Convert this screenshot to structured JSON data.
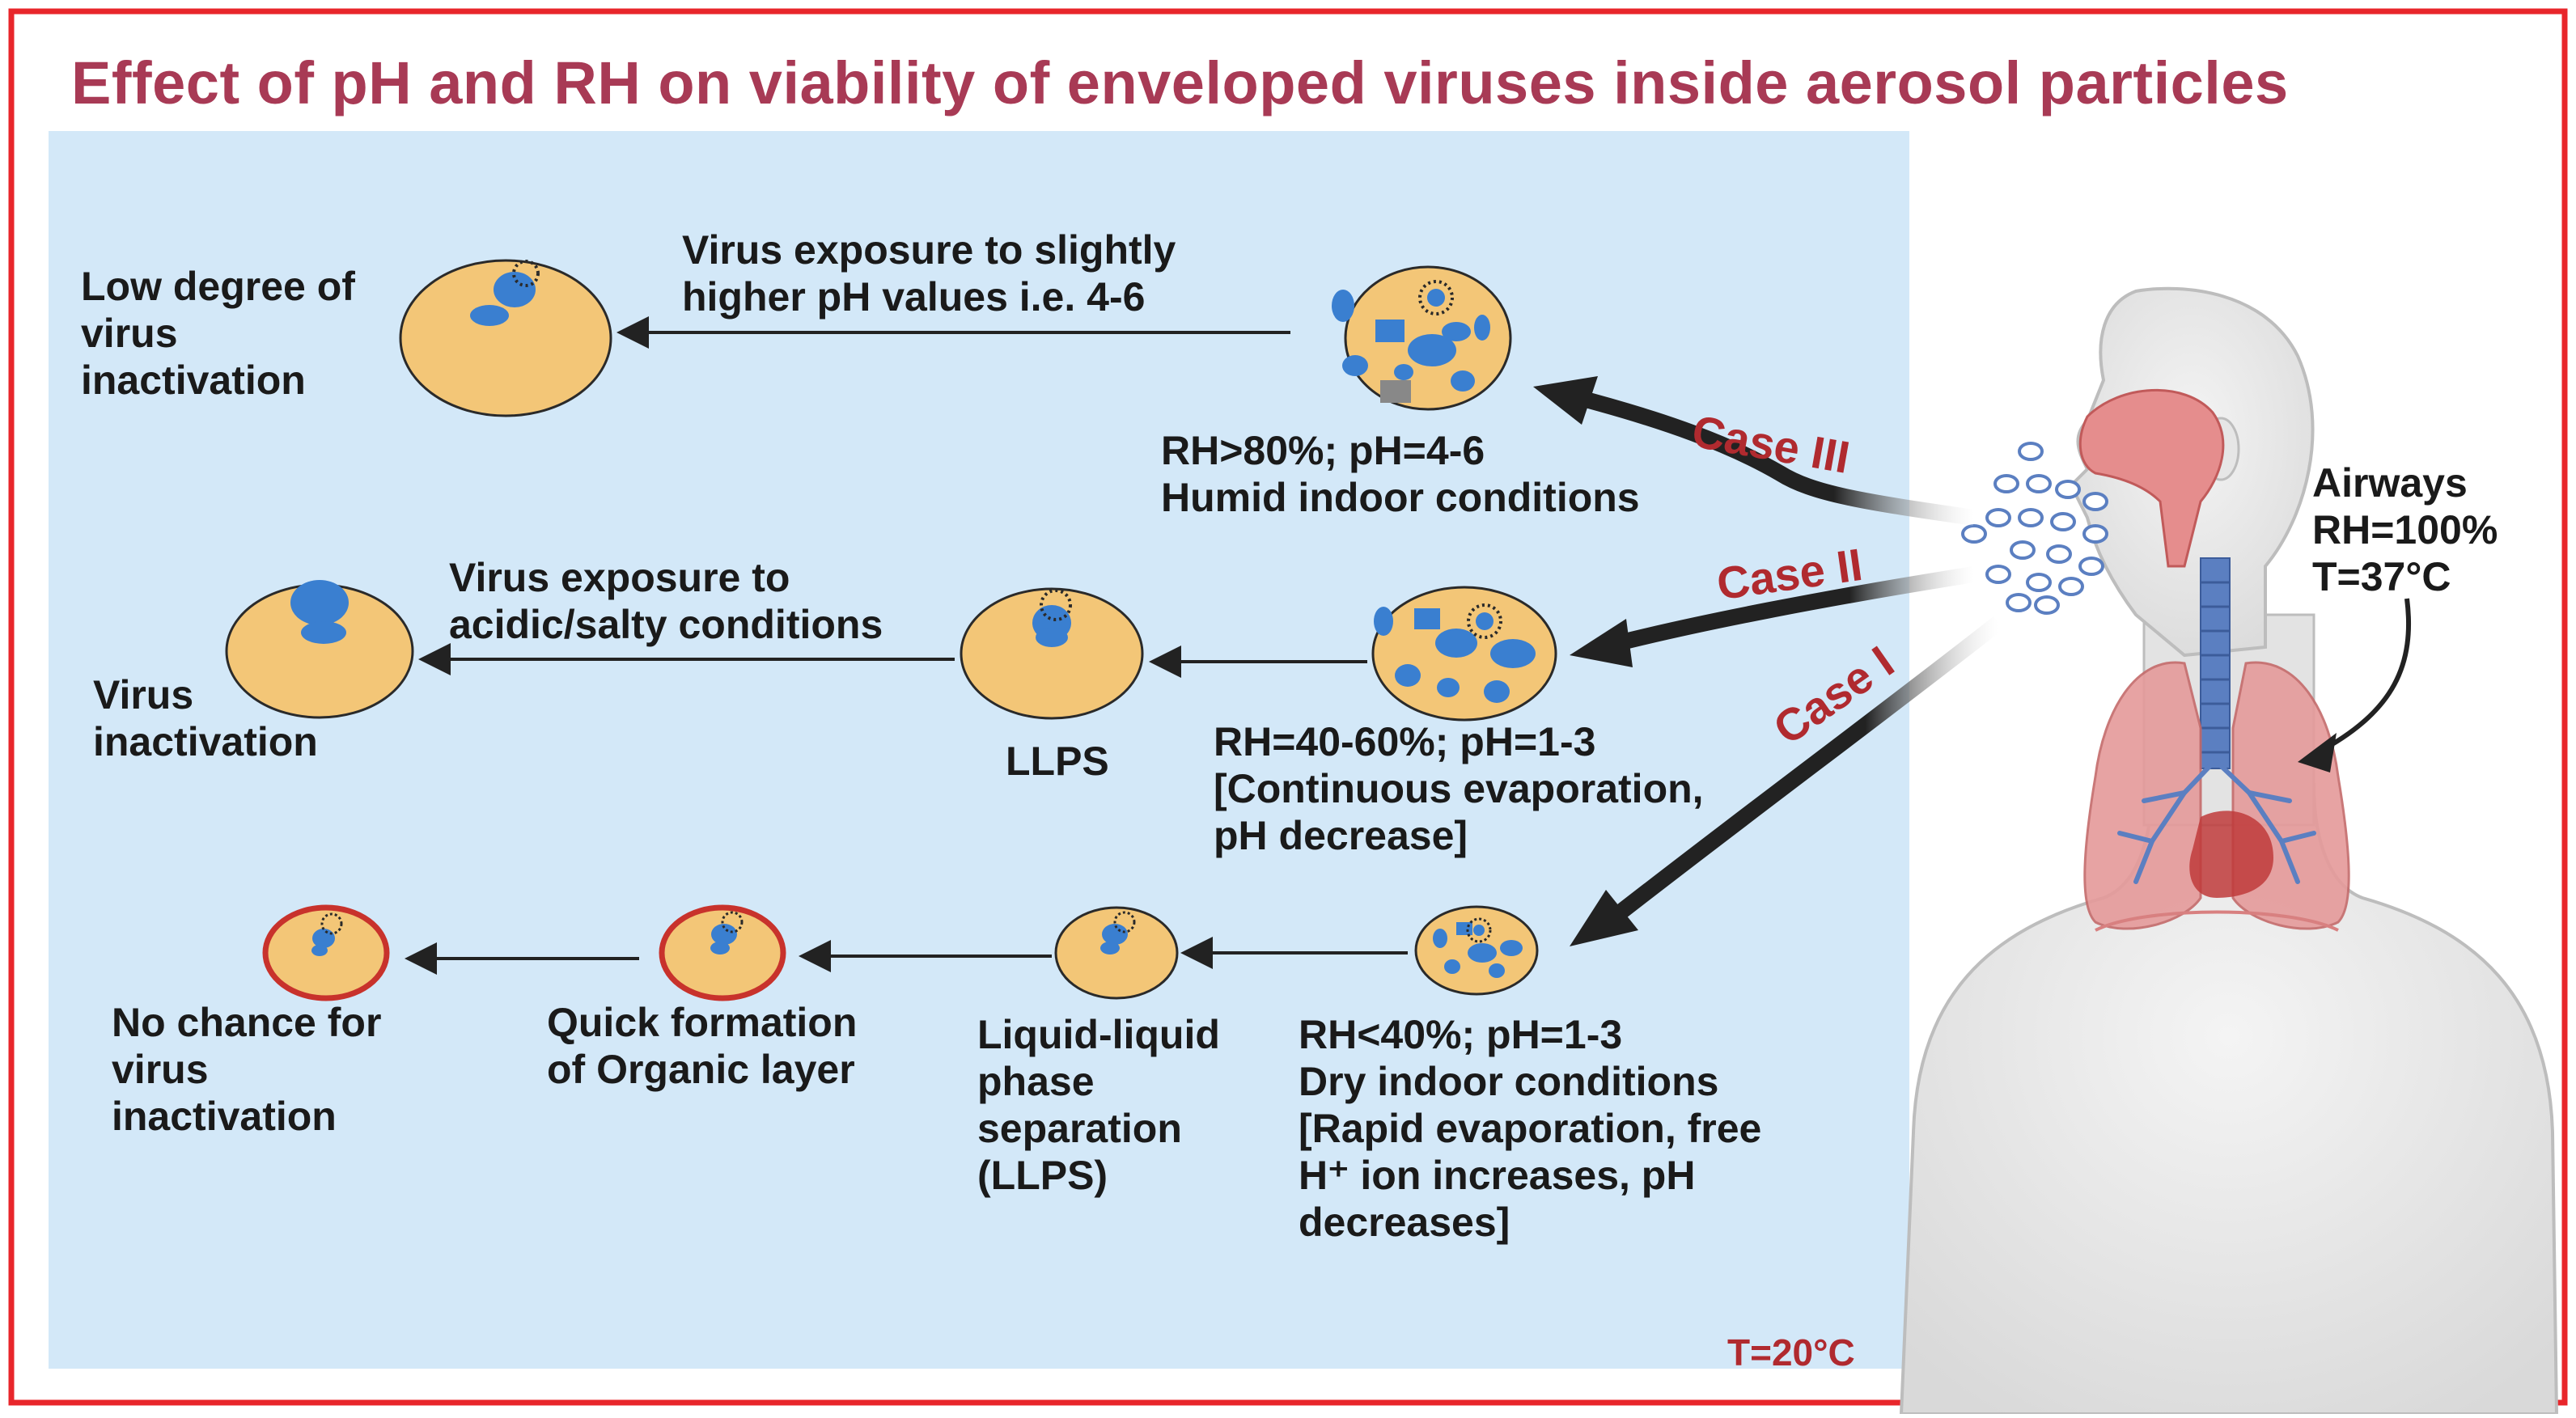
{
  "title": "Effect of pH and RH on viability of enveloped viruses inside aerosol particles",
  "temperature_indoor": "T=20°C",
  "airways": {
    "label": "Airways",
    "rh": "RH=100%",
    "temp": "T=37°C"
  },
  "cases": {
    "case3": "Case III",
    "case2": "Case II",
    "case1": "Case I"
  },
  "row_humid": {
    "condition": "RH>80%; pH=4-6\nHumid indoor conditions",
    "exposure": "Virus exposure to slightly\nhigher pH values i.e. 4-6",
    "outcome": "Low degree of\nvirus\ninactivation"
  },
  "row_moderate": {
    "condition": "RH=40-60%; pH=1-3\n[Continuous evaporation,\npH decrease]",
    "llps": "LLPS",
    "exposure": "Virus exposure to\nacidic/salty conditions",
    "outcome": "Virus\ninactivation"
  },
  "row_dry": {
    "condition": "RH<40%; pH=1-3\nDry indoor conditions\n[Rapid evaporation, free\nH⁺ ion increases, pH\ndecreases]",
    "llps": "Liquid-liquid\nphase\nseparation\n(LLPS)",
    "organic": "Quick formation\nof Organic layer",
    "outcome": "No chance for\nvirus\ninactivation"
  },
  "colors": {
    "frame": "#e8262b",
    "title": "#a83a55",
    "case": "#b02a2f",
    "panel": "#d3e8f8",
    "particle": "#f3c677",
    "virus": "#3a7fd0",
    "organic_layer": "#c8322c"
  }
}
